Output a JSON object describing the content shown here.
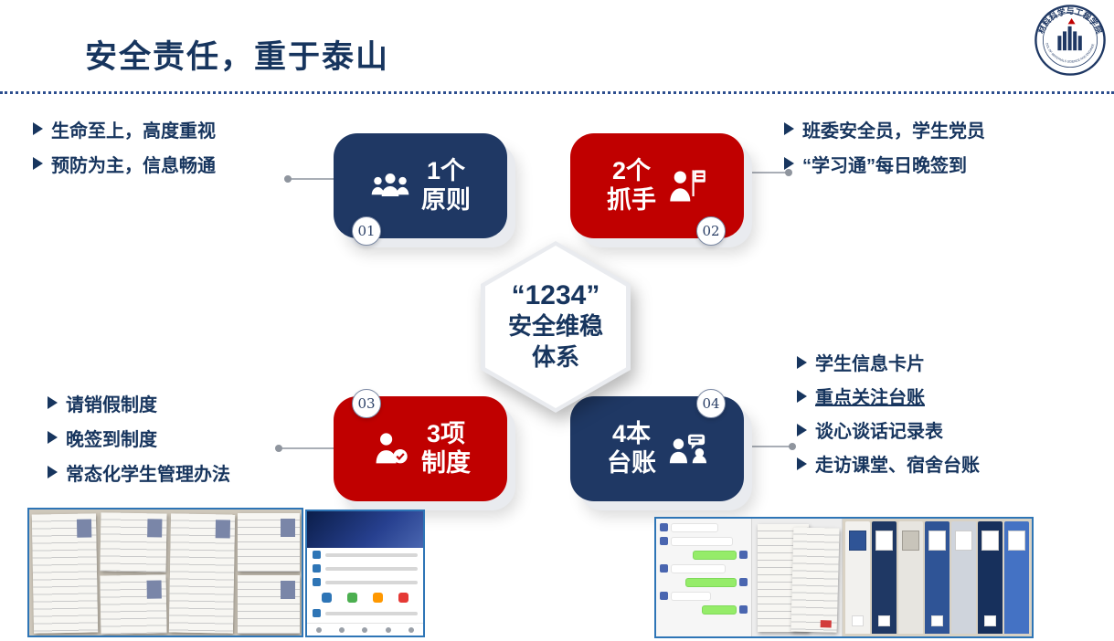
{
  "slide": {
    "title": "安全责任，重于泰山",
    "logo": {
      "name_cn": "材料科学与工程学院",
      "name_en": "SCHOOL OF MATERIALS SCIENCE AND ENGINEERING"
    },
    "colors": {
      "navy": "#1F3864",
      "red": "#C00000",
      "photo_border": "#2E75B6",
      "bullet_text": "#17355E"
    },
    "bullet_marker_icon": "triangle-arrow-right",
    "center_hexagon": {
      "line1": "“1234”",
      "line2": "安全维稳",
      "line3": "体系"
    },
    "tiles": [
      {
        "id": "01",
        "num_label": "1个",
        "name": "原则",
        "color": "#1F3864",
        "icon": "people-group-icon"
      },
      {
        "id": "02",
        "num_label": "2个",
        "name": "抓手",
        "color": "#C00000",
        "icon": "person-flag-icon"
      },
      {
        "id": "03",
        "num_label": "3项",
        "name": "制度",
        "color": "#C00000",
        "icon": "person-badge-icon"
      },
      {
        "id": "04",
        "num_label": "4本",
        "name": "台账",
        "color": "#1F3864",
        "icon": "people-discussion-icon"
      }
    ],
    "bullets": {
      "top_left": [
        "生命至上，高度重视",
        "预防为主，信息畅通"
      ],
      "top_right": [
        "班委安全员，学生党员",
        "“学习通”每日晚签到"
      ],
      "bottom_left": [
        "请销假制度",
        "晚签到制度",
        "常态化学生管理办法"
      ],
      "bottom_right": [
        "学生信息卡片",
        "重点关注台账",
        "谈心谈话记录表",
        "走访课堂、宿舍台账"
      ]
    },
    "photos": {
      "left": [
        "student-documents-photo",
        "xuexitong-app-screenshot"
      ],
      "right": [
        "chat-records-screenshot",
        "talk-record-sheets-photo",
        "ledger-binders-photo"
      ]
    }
  }
}
